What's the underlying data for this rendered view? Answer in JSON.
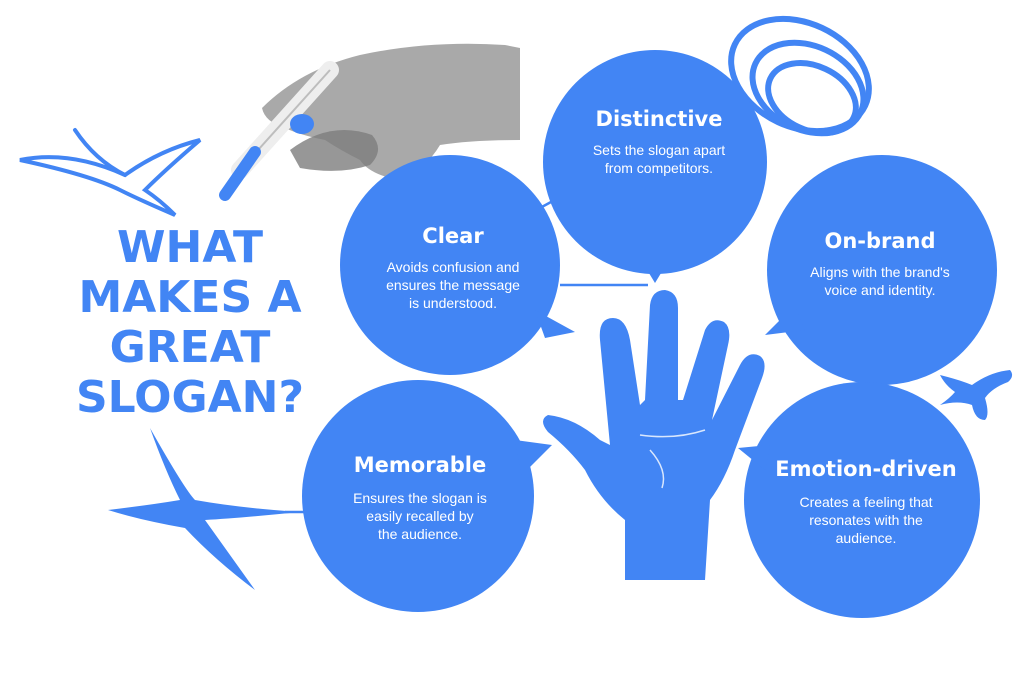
{
  "colors": {
    "accent": "#4285F4",
    "text_on_accent": "#ffffff",
    "hand_sketch": "#8a8a8a",
    "background": "#ffffff"
  },
  "title": {
    "lines": [
      "WHAT",
      "MAKES A",
      "GREAT",
      "SLOGAN?"
    ]
  },
  "bubbles": [
    {
      "id": "distinctive",
      "title": "Distinctive",
      "lines": [
        "Sets the slogan apart",
        "from competitors."
      ]
    },
    {
      "id": "clear",
      "title": "Clear",
      "lines": [
        "Avoids confusion and",
        "ensures the message",
        "is understood."
      ]
    },
    {
      "id": "on-brand",
      "title": "On-brand",
      "lines": [
        "Aligns with the brand's",
        "voice and identity."
      ]
    },
    {
      "id": "memorable",
      "title": "Memorable",
      "lines": [
        "Ensures the slogan is",
        "easily recalled by",
        "the audience."
      ]
    },
    {
      "id": "emotion-driven",
      "title": "Emotion-driven",
      "lines": [
        "Creates a feeling that",
        "resonates with the",
        "audience."
      ]
    }
  ],
  "decorations": {
    "hand_icon": "raised-hand-icon",
    "pen_hand_icon": "hand-holding-pen-icon",
    "spiral_icon": "spiral-doodle-icon",
    "sparkle_icon": "sparkle-star-icon",
    "blob_icon": "splash-blob-icon"
  }
}
